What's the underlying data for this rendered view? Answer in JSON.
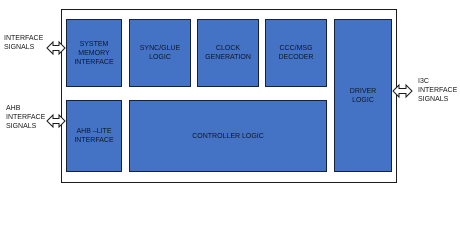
{
  "diagram": {
    "blocks": {
      "system_memory_interface": "SYSTEM\nMEMORY\nINTERFACE",
      "sync_glue_logic": "SYNC/GLUE\nLOGIC",
      "clock_generation": "CLOCK\nGENERATION",
      "ccc_msg_decoder": "CCC/MSG\nDECODER",
      "driver_logic": "DRIVER\nLOGIC",
      "ahb_lite_interface": "AHB –LITE\nINTERFACE",
      "controller_logic": "CONTROLLER LOGIC"
    },
    "external_labels": {
      "interface_signals": "INTERFACE\nSIGNALS",
      "ahb_interface_signals": "AHB\nINTERFACE\nSIGNALS",
      "i3c_interface_signals": "I3C\nINTERFACE\nSIGNALS"
    },
    "colors": {
      "block_fill": "#4472c4",
      "block_border": "#16213a",
      "outline": "#1c1c1c"
    }
  }
}
